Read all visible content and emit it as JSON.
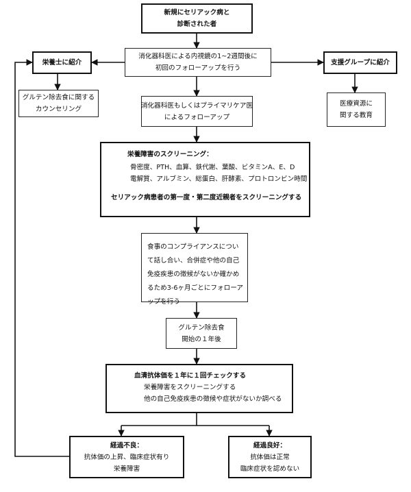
{
  "diagnosis": {
    "line1": "新規にセリアック病と",
    "line2": "診断された者"
  },
  "first_followup": {
    "line1": "消化器科医による内視鏡の1~2週間後に",
    "line2": "初回のフォローアップを行う"
  },
  "dietitian": {
    "title": "栄養士に紹介"
  },
  "gluten_counsel": {
    "line1": "グルテン除去食に関する",
    "line2": "カウンセリング"
  },
  "support_group": {
    "title": "支援グループに紹介"
  },
  "medical_resources": {
    "line1": "医療資源に",
    "line2": "関する教育"
  },
  "followup_gi_pcp": {
    "line1": "消化器科医もしくはプライマリケア医",
    "line2": "によるフォローアップ"
  },
  "screening": {
    "title": "栄養障害のスクリーニング：",
    "line1": "骨密度、PTH、血算、鉄代謝、葉酸、ビタミンA、E、D",
    "line2": "電解質、アルブミン、総蛋白、肝酵素、プロトロンビン時間",
    "relatives": "セリアック病患者の第一度・第二度近親者をスクリーニングする"
  },
  "compliance": {
    "text": "食事のコンプライアンスについて話し合い、合併症や他の自己免疫疾患の徴候がないか確かめるため3-6ヶ月ごとにフォローアップを行う"
  },
  "one_year": {
    "line1": "グルテン除去食",
    "line2": "開始の１年後"
  },
  "antibody": {
    "title": "血清抗体価を１年に１回チェックする",
    "line1": "栄養障害をスクリーニングする",
    "line2": "他の自己免疫疾患の徴候や症状がないか調べる"
  },
  "poor": {
    "title": "経過不良：",
    "line1": "抗体価の上昇、臨床症状有り",
    "line2": "栄養障害"
  },
  "good": {
    "title": "経過良好：",
    "line1": "抗体価は正常",
    "line2": "臨床症状を認めない"
  }
}
